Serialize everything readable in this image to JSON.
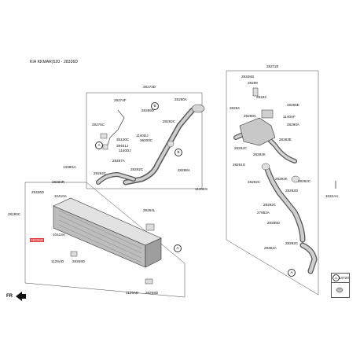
{
  "header": {
    "title": "KIA KKMAR)520 - 28336D"
  },
  "orientation": {
    "label": "FR"
  },
  "callouts": {
    "a": "A",
    "b": "B"
  },
  "legend": {
    "code": "14720"
  },
  "parts": {
    "p282720": "282720",
    "p28273D": "28273D",
    "p28274F": "28274F",
    "p28290A_a": "28290A",
    "p28289D": "28289D",
    "p28275C": "28275C",
    "p28292C_a": "28292C",
    "p1140DJ_a": "1140DJ",
    "p35120C": "35120C",
    "p39200C": "39200C",
    "p39401J": "39401J",
    "p1140DJ_b": "1140DJ",
    "p28287A": "28287A",
    "p28292C_b": "28292C",
    "p28292C_c": "28292C",
    "p28288A": "28288A",
    "p1140ES": "1140ES",
    "p1338GA": "1338GA",
    "p28284R": "28284R",
    "p25336D": "25336D",
    "p10410A": "10410A",
    "p28190C": "28190C",
    "p28284L": "28284L",
    "p28336D": "28336D",
    "p10413A": "10413A",
    "p1125AD_a": "1125AD",
    "p28259D_a": "28259D",
    "p1125AD_b": "1125AD",
    "p28259D_b": "28259D",
    "p28328G": "28328G",
    "p28289": "28289",
    "p28193": "28193",
    "p28284": "28284",
    "p28290A_b": "28290A",
    "p28265E": "28265E",
    "p1140AF": "1140AF",
    "p28290A_c": "28290A",
    "p28283E": "28283E",
    "p28292C_d": "28292C",
    "p28292K_a": "28292K",
    "p28261G": "28261G",
    "p28292C_e": "28292C",
    "p28292K_b": "28292K",
    "p28292C_f": "28292C",
    "p28292D": "28292D",
    "p28292C_g": "28292C",
    "p27852A": "27852A",
    "p28285D": "28285D",
    "p28292C_h": "28292C",
    "p28352A": "28352A",
    "p1022AA": "1022AA"
  }
}
